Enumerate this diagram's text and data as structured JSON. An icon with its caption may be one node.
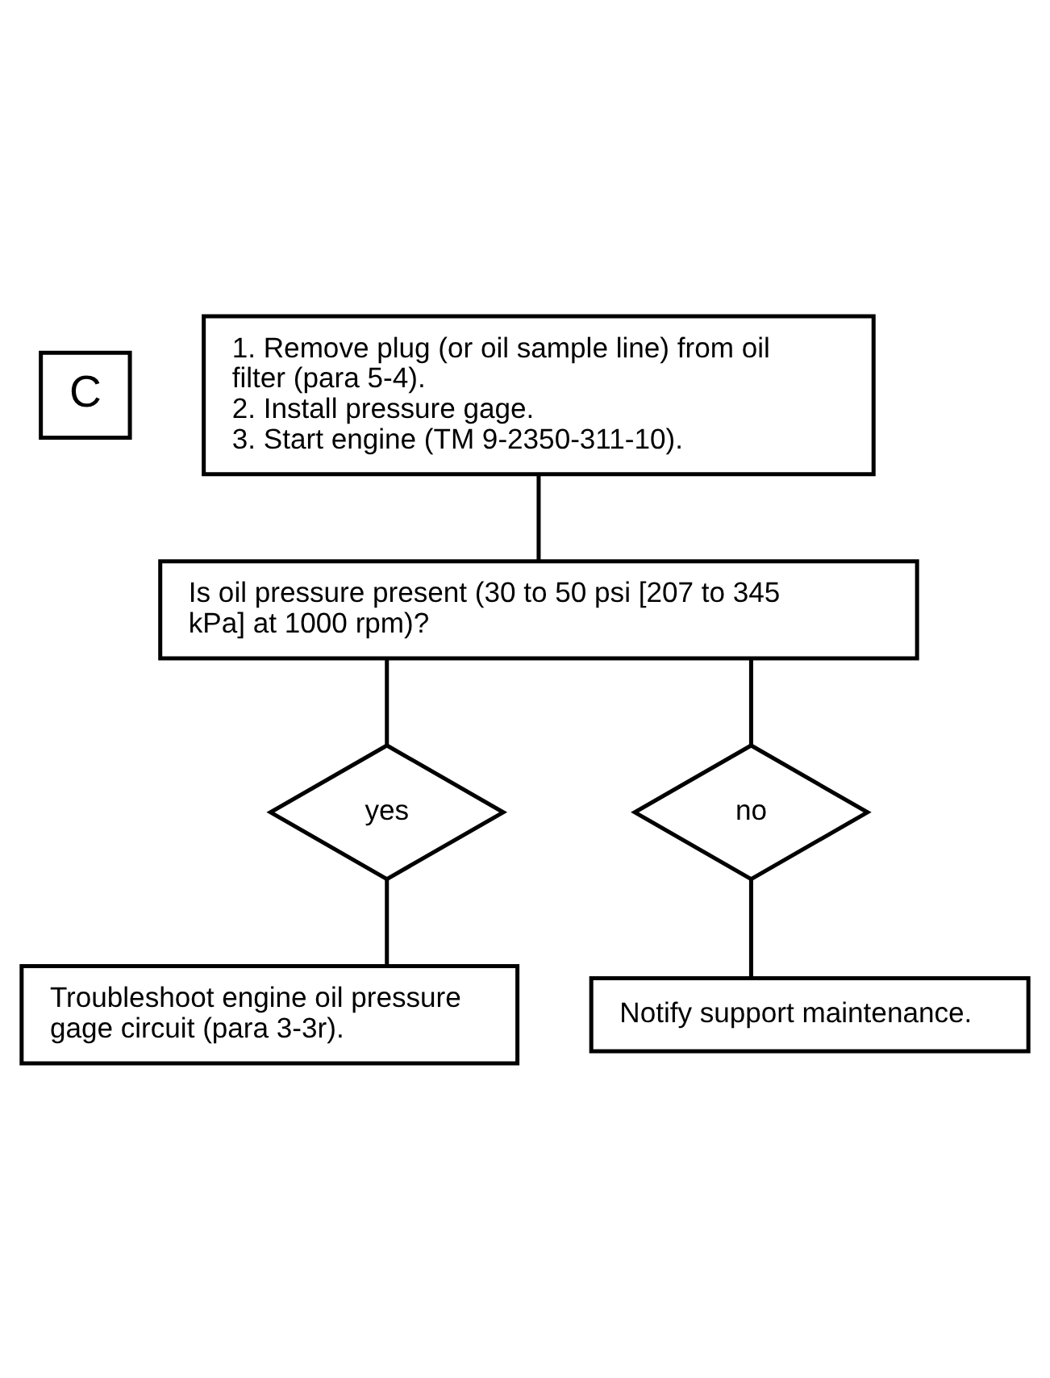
{
  "diagram": {
    "nodes": [
      {
        "text": [
          "C"
        ]
      },
      {
        "text": [
          "1. Remove plug (or oil sample line) from oil filter (para 5-4).",
          "2. Install pressure gage.",
          "3. Start engine (TM 9-2350-311-10)."
        ]
      },
      {
        "text": [
          "Is oil pressure present (30 to 50 psi [207 to 345 kPa] at 1000 rpm)?"
        ]
      },
      {
        "text": [
          "yes"
        ]
      },
      {
        "text": [
          "no"
        ]
      },
      {
        "text": [
          "Notify support maintenance."
        ]
      },
      {
        "text": [
          "Troubleshoot engine oil pressure gage circuit (para 3-3r)."
        ]
      }
    ],
    "edges": [
      {
        "from": 1,
        "to": 2,
        "arrow": "none"
      },
      {
        "from": 2,
        "to": 3,
        "arrow": "none"
      },
      {
        "from": 2,
        "to": 4,
        "arrow": "none"
      },
      {
        "from": 4,
        "to": 5,
        "arrow": "none"
      },
      {
        "from": 3,
        "to": 6,
        "arrow": "none"
      }
    ]
  }
}
